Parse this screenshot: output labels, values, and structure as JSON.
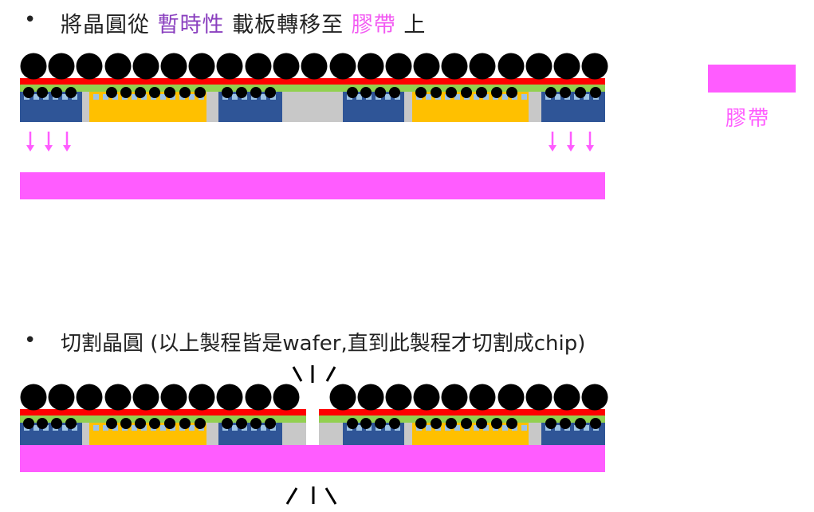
{
  "section1": {
    "bullet": "•",
    "title_parts": [
      "將晶圓從 ",
      "暫時性",
      " 載板轉移至 ",
      "膠帶",
      " 上"
    ],
    "legend_label": "膠帶"
  },
  "section2": {
    "bullet": "•",
    "title": "切割晶圓 (以上製程皆是wafer,直到此製程才切割成chip)"
  },
  "colors": {
    "tape": "#ff5cff",
    "red_layer": "#ff0000",
    "green_layer": "#92d050",
    "blue_chip": "#2f5597",
    "yellow_chip": "#ffc000",
    "gray_fill": "#c8c8c8",
    "bump": "#000000",
    "arrow": "#ff5cff"
  }
}
